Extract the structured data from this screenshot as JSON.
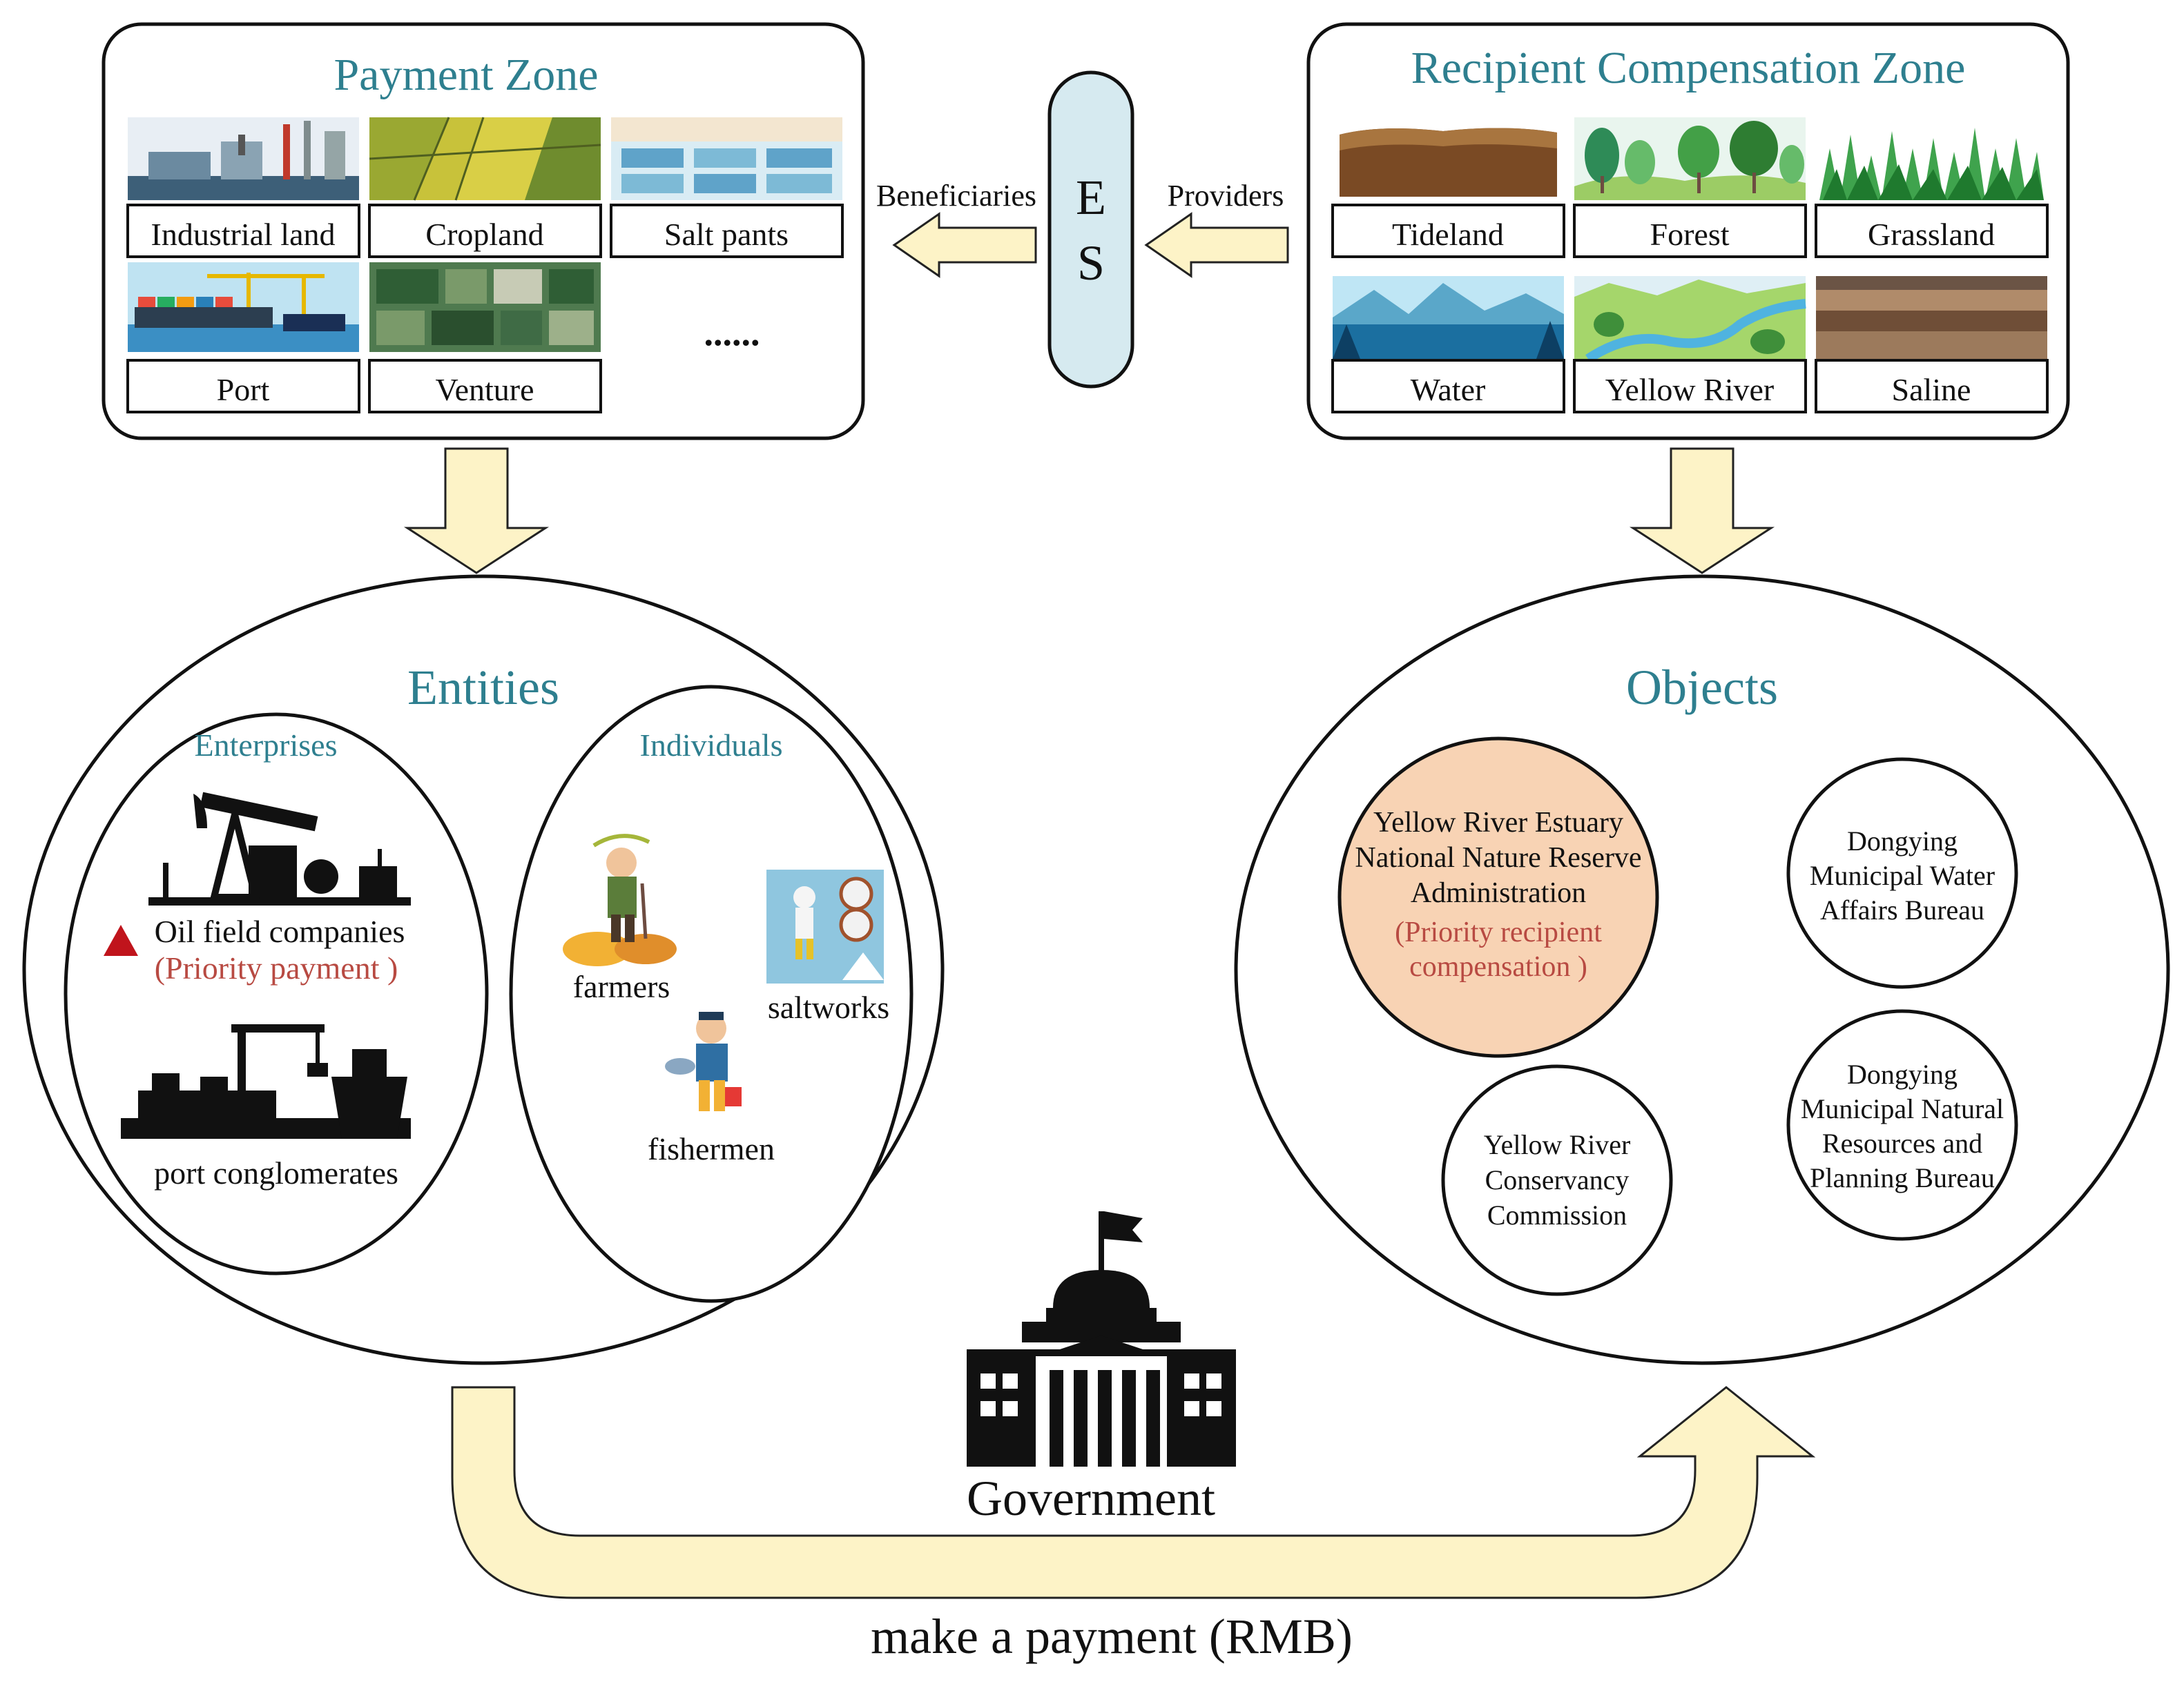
{
  "payment_zone": {
    "title": "Payment Zone",
    "tiles": [
      {
        "label": "Industrial land"
      },
      {
        "label": "Cropland"
      },
      {
        "label": "Salt pants"
      },
      {
        "label": "Port"
      },
      {
        "label": "Venture"
      }
    ],
    "ellipsis": "......"
  },
  "es": {
    "line1": "E",
    "line2": "S"
  },
  "flow_labels": {
    "beneficiaries": "Beneficiaries",
    "providers": "Providers"
  },
  "recipient_zone": {
    "title": "Recipient Compensation Zone",
    "tiles": [
      {
        "label": "Tideland"
      },
      {
        "label": "Forest"
      },
      {
        "label": "Grassland"
      },
      {
        "label": "Water"
      },
      {
        "label": "Yellow River"
      },
      {
        "label": "Saline"
      }
    ]
  },
  "entities": {
    "title": "Entities",
    "enterprises": {
      "title": "Enterprises",
      "oil": "Oil field companies",
      "oil_note": "(Priority payment )",
      "port": "port conglomerates"
    },
    "individuals": {
      "title": "Individuals",
      "farmers": "farmers",
      "saltworks": "saltworks",
      "fishermen": "fishermen"
    }
  },
  "objects": {
    "title": "Objects",
    "reserve": {
      "line1": "Yellow River Estuary",
      "line2": "National Nature Reserve",
      "line3": "Administration",
      "note1": "(Priority recipient",
      "note2": "compensation )"
    },
    "water_bureau": {
      "line1": "Dongying",
      "line2": "Municipal Water",
      "line3": "Affairs Bureau"
    },
    "conservancy": {
      "line1": "Yellow River",
      "line2": "Conservancy",
      "line3": "Commission"
    },
    "resources_bureau": {
      "line1": "Dongying",
      "line2": "Municipal Natural",
      "line3": "Resources and",
      "line4": "Planning Bureau"
    }
  },
  "government": {
    "label": "Government"
  },
  "payment_label": "make a payment (RMB)",
  "colors": {
    "teal_title": "#2e7f8f",
    "priority_red": "#b84a42",
    "arrow_cream": "#fdf3c7",
    "es_blue": "#d6eaf0",
    "reserve_peach": "#f8d3b4",
    "triangle_red": "#c0141c"
  }
}
